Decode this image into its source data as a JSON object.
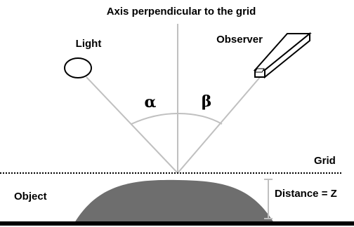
{
  "diagram": {
    "axis_label": "Axis perpendicular to the grid",
    "light_label": "Light",
    "observer_label": "Observer",
    "alpha_label": "α",
    "beta_label": "β",
    "grid_label": "Grid",
    "object_label": "Object",
    "distance_label": "Distance = Z",
    "colors": {
      "background": "#ffffff",
      "ray": "#c0c0c0",
      "object_fill": "#6e6e6e",
      "ground": "#000000",
      "text": "#000000"
    }
  }
}
